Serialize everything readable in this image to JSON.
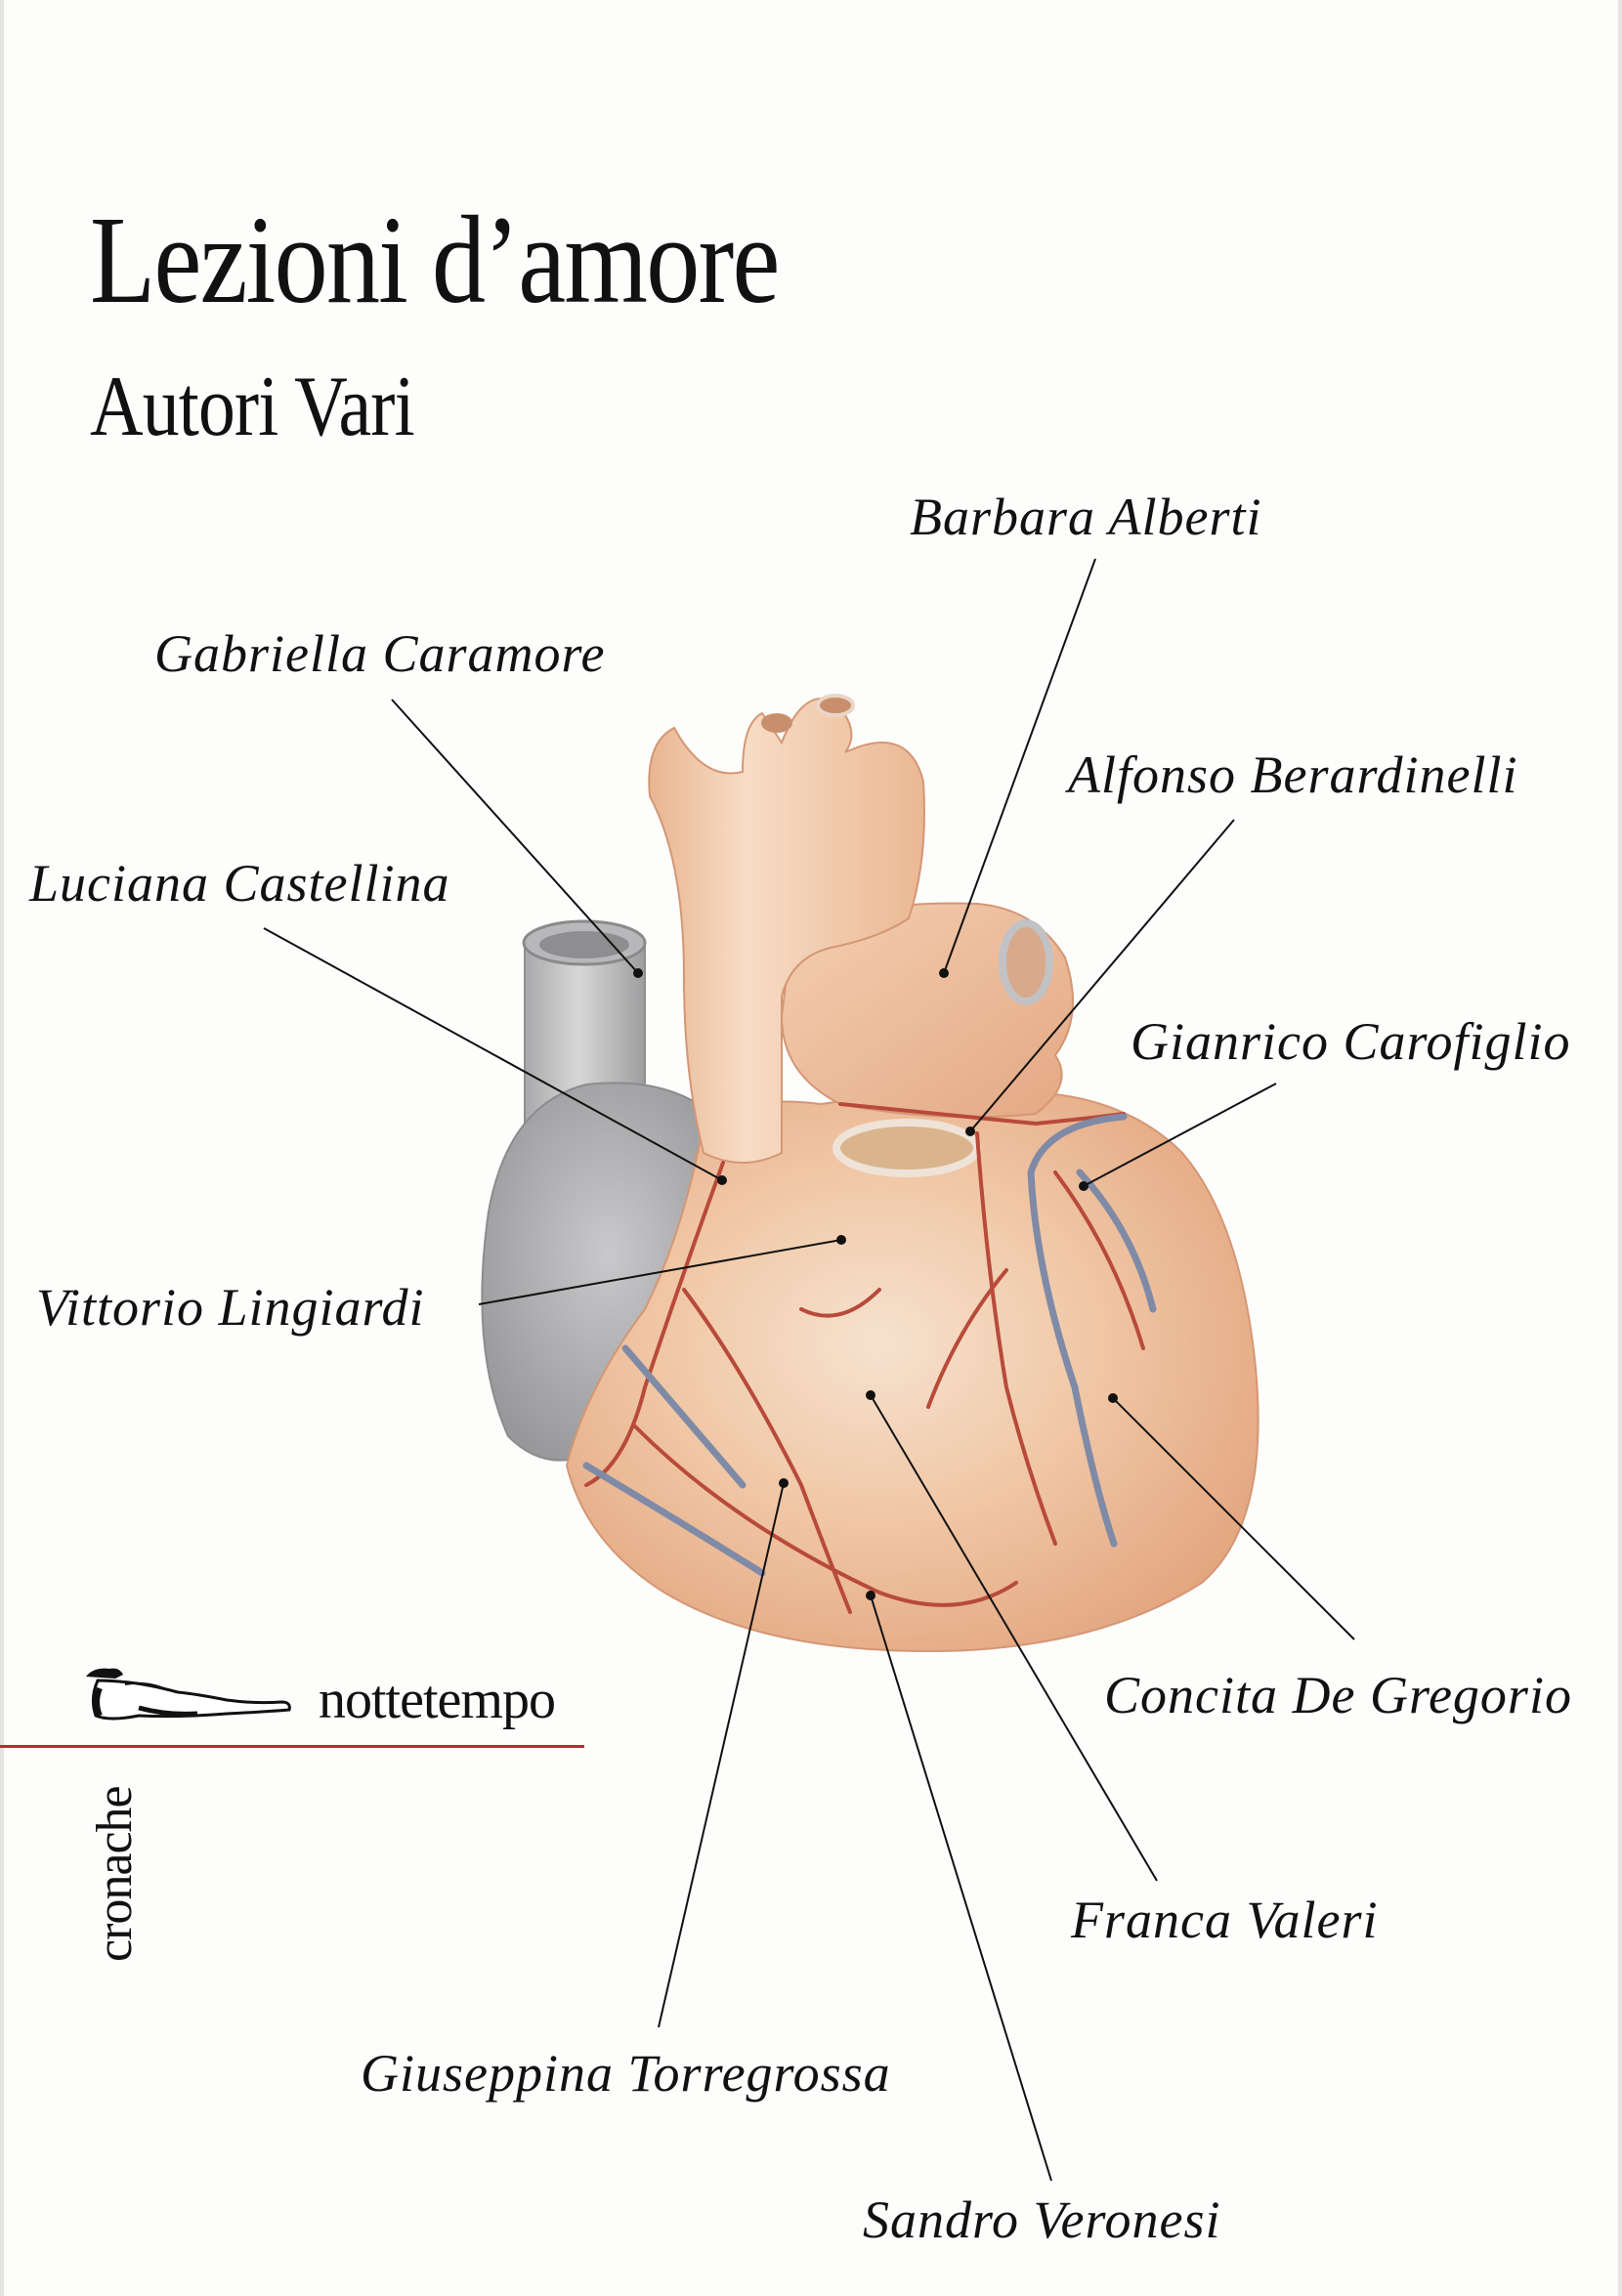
{
  "cover": {
    "title": "Lezioni d’amore",
    "subtitle": "Autori Vari",
    "publisher": "nottetempo",
    "series": "cronache",
    "accent_color": "#c9242e"
  },
  "illustration": {
    "subject": "anatomical-heart",
    "labels": [
      {
        "id": "barbara",
        "text": "Barbara Alberti"
      },
      {
        "id": "gabriella",
        "text": "Gabriella Caramore"
      },
      {
        "id": "alfonso",
        "text": "Alfonso Berardinelli"
      },
      {
        "id": "luciana",
        "text": "Luciana Castellina"
      },
      {
        "id": "gianrico",
        "text": "Gianrico Carofiglio"
      },
      {
        "id": "vittorio",
        "text": "Vittorio Lingiardi"
      },
      {
        "id": "concita",
        "text": "Concita De Gregorio"
      },
      {
        "id": "franca",
        "text": "Franca Valeri"
      },
      {
        "id": "giuseppina",
        "text": "Giuseppina Torregrossa"
      },
      {
        "id": "sandro",
        "text": "Sandro Veronesi"
      }
    ]
  }
}
